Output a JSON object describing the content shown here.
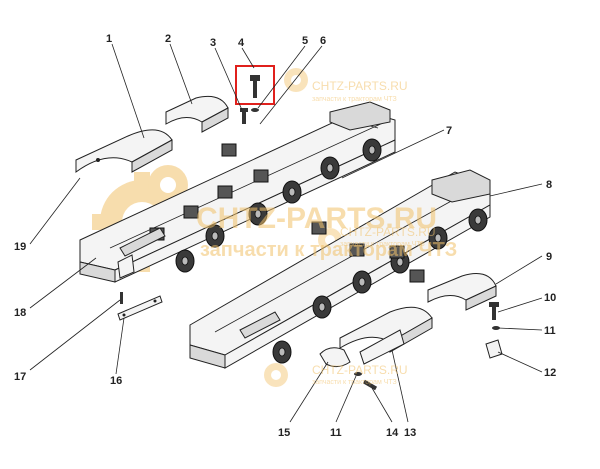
{
  "callouts": {
    "c1": "1",
    "c2": "2",
    "c3": "3",
    "c4": "4",
    "c5": "5",
    "c6": "6",
    "c7": "7",
    "c8": "8",
    "c9": "9",
    "c10": "10",
    "c11a": "11",
    "c11b": "11",
    "c12": "12",
    "c13": "13",
    "c14": "14",
    "c15": "15",
    "c16": "16",
    "c17": "17",
    "c18": "18",
    "c19": "19"
  },
  "watermarks": {
    "big_site": "CHTZ-PARTS.RU",
    "big_tagline": "запчасти к тракторам ЧТЗ",
    "small_site_top": "CHTZ-PARTS.RU",
    "small_tagline_top": "запчасти к тракторам ЧТЗ",
    "small_site_mid": "CHTZ-PARTS.RU",
    "small_tagline_mid": "запчасти к тракторам ЧТЗ",
    "small_site_bottom": "CHTZ-PARTS.RU",
    "small_tagline_bottom": "запчасти к тракторам ЧТЗ"
  },
  "colors": {
    "highlight_box": "#e0201c",
    "watermark": "#f2c26b",
    "line": "#222222"
  },
  "icons": {
    "watermark_logo": "gear-icon"
  }
}
